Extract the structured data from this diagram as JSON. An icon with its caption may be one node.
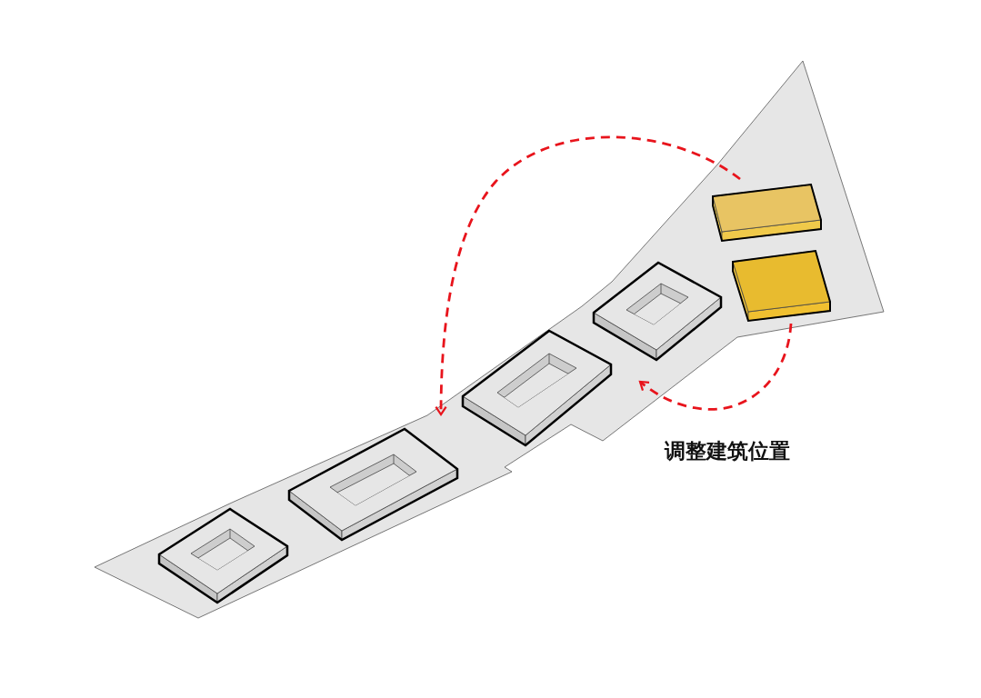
{
  "diagram": {
    "nodes": [
      {
        "text": [],
        "shape": "box"
      },
      {
        "text": [],
        "shape": "box"
      },
      {
        "text": [],
        "shape": "box"
      },
      {
        "text": [],
        "shape": "box"
      },
      {
        "text": [],
        "shape": "box"
      },
      {
        "text": [],
        "shape": "box"
      }
    ],
    "edges": [
      {
        "from": 4,
        "to": 2,
        "arrow": "to",
        "style": "dashed",
        "color": "#e8141c"
      },
      {
        "from": 5,
        "to": 3,
        "arrow": "to",
        "style": "dashed",
        "color": "#e8141c"
      }
    ],
    "labels": [
      "调整建筑位置"
    ]
  }
}
